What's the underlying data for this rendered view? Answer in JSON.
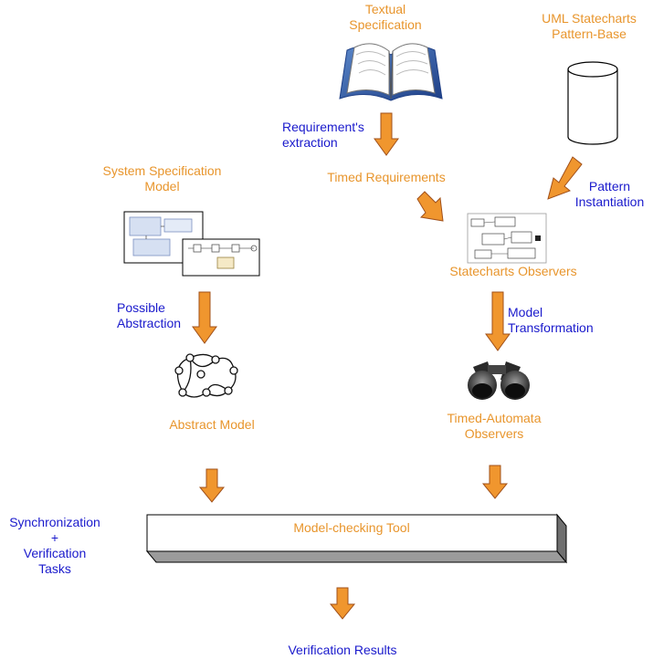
{
  "labels": {
    "textual_spec": [
      "Textual",
      "Specification"
    ],
    "uml_base": [
      "UML Statecharts",
      "Pattern-Base"
    ],
    "req_extraction": [
      "Requirement's",
      "extraction"
    ],
    "timed_requirements": "Timed Requirements",
    "pattern_instantiation": [
      "Pattern",
      "Instantiation"
    ],
    "system_spec": [
      "System Specification",
      "Model"
    ],
    "statecharts_observers": "Statecharts Observers",
    "possible_abstraction": [
      "Possible",
      "Abstraction"
    ],
    "model_transformation": [
      "Model",
      "Transformation"
    ],
    "abstract_model": "Abstract Model",
    "timed_automata": [
      "Timed-Automata",
      "Observers"
    ],
    "sync_tasks": [
      "Synchronization",
      "+",
      "Verification",
      "Tasks"
    ],
    "model_checking_tool": "Model-checking Tool",
    "verification_results": "Verification Results"
  },
  "colors": {
    "orange_text": "#e8952c",
    "blue_text": "#1a1acc",
    "arrow_fill": "#f0962e",
    "arrow_stroke": "#a0501a"
  }
}
